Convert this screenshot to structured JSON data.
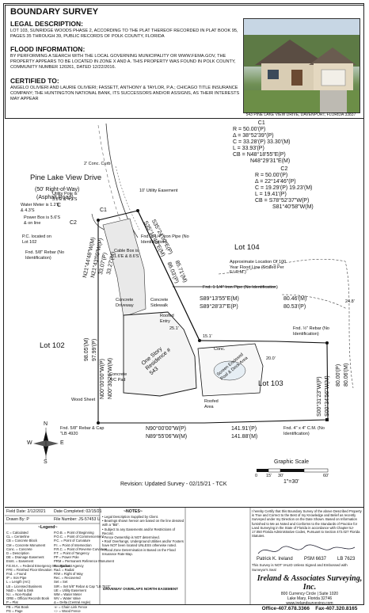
{
  "header": {
    "title": "BOUNDARY SURVEY",
    "legal_heading": "LEGAL DESCRIPTION:",
    "legal_text": "LOT 103, SUNRIDGE WOODS PHASE 2, ACCORDING TO THE PLAT THEREOF RECORDED IN PLAT BOOK 95, PAGES 35 THROUGH 39, PUBLIC RECORDS OF POLK COUNTY, FLORIDA",
    "flood_heading": "FLOOD INFORMATION:",
    "flood_text": "BY PERFORMING A SEARCH WITH THE LOCAL GOVERNING MUNICIPALITY OR WWW.FEMA.GOV, THE PROPERTY APPEARS TO BE LOCATED IN ZONE X AND A. THIS PROPERTY WAS FOUND IN POLK COUNTY, COMMUNITY NUMBER 120261, DATED 12/22/2016.",
    "certified_heading": "CERTIFIED TO:",
    "certified_text": "ANGELO OLIVIERI AND LAURIE OLIVIERI; FASSETT, ANTHONY & TAYLOR, P.A.; CHICAGO TITLE INSURANCE COMPANY; THE HUNTINGTON NATIONAL BANK, ITS SUCCESSORS AND/OR ASSIGNS, AS THEIR INTERESTS MAY APPEAR",
    "photo_caption": "543 PINE LAKE VIEW DRIVE, DAVENPORT, FLORIDA 33837"
  },
  "plan": {
    "road_name": "Pine Lake View Drive",
    "road_row": "(50' Right-of-Way)",
    "road_surface": "(Asphalt Road)",
    "centerline": "C",
    "curve_c1": {
      "name": "C1",
      "r": "R = 50.00'(P)",
      "delta": "Δ = 38°52'39\"(P)",
      "c": "C = 33.28'(P) 33.30'(M)",
      "l": "L = 33.93'(P)",
      "cb": "CB = N48°18'55\"E(P)",
      "cb_m": "N48°29'31\"E(M)"
    },
    "curve_c2": {
      "name": "C2",
      "r": "R = 50.00'(P)",
      "delta": "Δ = 22°14'46\"(P)",
      "c": "C = 19.29'(P) 19.23'(M)",
      "l": "L = 19.41'(P)",
      "cb": "CB = S78°52'37\"W(P)",
      "cb_m": "S81°40'58\"W(M)"
    },
    "labels": {
      "c1": "C1",
      "c2": "C2",
      "curb": "2' Conc. Curb",
      "utility_easement": "10' Utility Easement",
      "utility_pole": "Utility Pole is 3.8'E & 4.3'S",
      "water_meter": "Water Meter is 1.2'E & 4.3'S",
      "power_box": "Power Box is 5.6'S & on line",
      "pc": "P.C. located on Lot 102",
      "fnd_rebar_top": "Fnd. 5/8\" Rebar (No Identification)",
      "fnd_pipe_1": "Fnd. 1 1/4\" Iron Pipe (No Identification)",
      "cable_box": "Cable Box is 1.6'E & 8.6'S",
      "lot_104": "Lot 104",
      "lot_102": "Lot 102",
      "lot_103": "Lot 103",
      "flood_line": "Approximate Location Of 100 Year Flood Line (Scaled Per F.I.R.M.)",
      "fnd_pipe_2": "Fnd. 1 1/4\" Iron Pipe (No Identification)",
      "brg_s89_p": "S89°13'55\"E(M)",
      "brg_s89_m": "S89°28'37\"E(P)",
      "dist_80_m": "80.46'(M)",
      "dist_80_p": "80.53'(P)",
      "fnd_rebar_right": "Fnd. ½\" Rebar (No Identification)",
      "dist_85": "85.71'(M)",
      "dist_86": "86.03'(P)",
      "brg_s35_p": "S35°24'00\"E(P)",
      "brg_s35_m": "S35°18'40\"E(M)",
      "brg_n21_m": "N21°44'48\"W(M)",
      "brg_n21_p": "N21°43'00\"W(P)",
      "dist_33_p": "33.07'(P)",
      "dist_33_m": "33.27'(M)",
      "concrete_driveway": "Concrete Driveway",
      "concrete_sidewalk": "Concrete Sidewalk",
      "roofed_entry": "Roofed Entry",
      "residence": "One Story Residence # 543",
      "conc": "Conc.",
      "pool": "Screen Enclosed Pool & Deck Area",
      "ac_pad": "Concrete A/C Pad",
      "roofed_area": "Roofed Area",
      "wood_sheet": "Wood Sheet",
      "dist_98_p": "98.05'(M)",
      "dist_97_p": "97.99'(P)",
      "brg_n00_w": "N00°00'00\"W(P)",
      "brg_n00_e": "N00°30'26\"W(M)",
      "brg_s00_p": "S00°31'23\"W(P)",
      "brg_s00_m": "S00°34'56\"W(M)",
      "dist_80_pr": "80.00'(P)",
      "dist_80_mr": "80.06'(M)",
      "fnd_rebar_bl": "Fnd. 5/8\" Rebar & Cap \"LB 4920",
      "brg_n90": "N90°00'00\"W(P)",
      "brg_n89": "N89°55'06\"W(M)",
      "dist_141_p": "141.91'(P)",
      "dist_141_m": "141.88'(M)",
      "fnd_cm": "Fnd. 4\" x 4\" C.M. (No Identification)",
      "graphic_scale": "Graphic Scale",
      "scale_ratio": "1\"=30'",
      "scale_0": "0",
      "scale_15": "15'",
      "scale_30": "30'",
      "scale_60": "60'",
      "revision": "Revision: Updated Survey - 02/15/21 - TCK",
      "north_n": "N",
      "north_s": "S",
      "north_e": "E",
      "north_w": "W",
      "dim_1": "15.1'",
      "dim_2": "20.0'",
      "dim_3": "25.1'",
      "dim_4": "24.8'"
    }
  },
  "footer": {
    "field_date": "Field Date: 2/12/2021",
    "date_completed": "Date Completed: 02/15/21",
    "drawn_by": "Drawn By: P",
    "file_number": "File Number: JS-57453 U",
    "legend_heading": "~Legend~",
    "legend_col1": [
      "C = Calculated",
      "CL = Centerline",
      "CB = Concrete Block",
      "CM = Concrete Monument",
      "Conc. = Concrete",
      "D = Description",
      "DE = Drainage Easement",
      "Esmt. = Easement",
      "F.E.M.A. = Federal Emergency Management Agency",
      "FFE = Finished Floor Elevation",
      "Fnd. = Found",
      "IP = Iron Pipe",
      "L = Length (Arc)",
      "LB = Licensed Business",
      "N&D = Nail & Disk",
      "N.I. = Non-Radial",
      "ORB = Official Records Book",
      "P = Plat",
      "PB = Plat Book",
      "PG = Page"
    ],
    "legend_col2": [
      "P.O.B. = Point of Beginning",
      "P.O.C. = Point of Commencement",
      "P.C. = Point of Curvature",
      "P.I. = Point of Intersection",
      "P.R.C. = Point of Reverse Curvature",
      "P.T. = Point of Tangency",
      "PP = Power Pole",
      "PRM = Permanent Reference Monument",
      "R = Radius",
      "Rad. = Radial",
      "R/W = Right of Way",
      "Rec. = Recovered",
      "Set = Set",
      "SIR = Set 5/8\" Rebar & Cap \"LB 7623\"",
      "UE = Utility Easement",
      "WM = Water Meter",
      "WV = Water Valve",
      "Δ = Delta (Central Angle)",
      "-x- = Chain Link Fence",
      "-□- = Wood Fence"
    ],
    "notes_heading": "~NOTES~",
    "notes": [
      "• Legal Description Supplied by Client.",
      "• Bearings shown hereon are based on the line denoted with a \"BB\".",
      "• Subject to any Easements and/or Restrictions of Record.",
      "• Fence Ownership is NOT determined.",
      "• Roof Overhangs, Underground Utilities and/or Footers have NOT been located UNLESS otherwise noted.",
      "• Flood Zone Determination is Based on the Flood Insurance Rate Map."
    ],
    "overlap_note": "DRIVEWAY OVERLAPS NORTH EASEMENT",
    "cert_text": "I hereby Certify that this Boundary Survey of the above Described Property is True and Correct to the Best of my Knowledge and Belief as recently Surveyed under my Direction on the Date Shown. Based on Information furnished to Me as Noted and Conforms to the Standards of Practice for Land Surveying in the State of Florida in accordance with Chapter 5J-17.050 Florida Administrative Codes, Pursuant to Section 472.027 Florida Statutes.",
    "surveyor": "Patrick K. Ireland",
    "psm": "PSM 6637",
    "lb": "LB 7623",
    "not_valid": "This Survey is NOT VALID Unless Signed and Embossed with Surveyor's Seal",
    "firm_name": "Ireland & Associates Surveying, Inc.",
    "firm_address": "800 Currency Circle | Suite 1020",
    "firm_city": "Lake Mary, Florida 32746",
    "firm_web": "www.irelandsurveying.com",
    "office": "Office-407.678.3366",
    "fax": "Fax-407.320.8165"
  }
}
